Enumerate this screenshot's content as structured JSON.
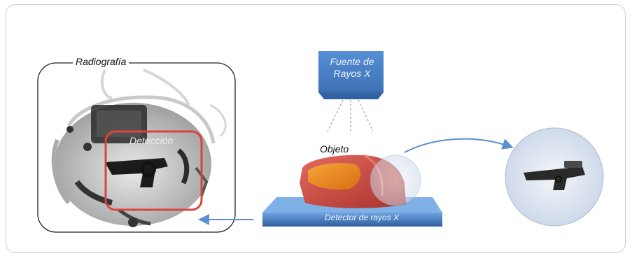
{
  "labels": {
    "radiografia": "Radiografía",
    "deteccion": "Detección",
    "objeto": "Objeto",
    "fuente_line1": "Fuente de",
    "fuente_line2": "Rayos X",
    "detector": "Detector de rayos X"
  },
  "colors": {
    "frame_border": "#cfcfbf",
    "detection_box": "#d9453a",
    "source_blue": "#3e78c0",
    "detector_blue": "#3d74c4",
    "arrow_blue": "#5b8fcf",
    "bag_red": "#c8413c",
    "object_orange": "#e8851e",
    "lens_fill": "#dbe4f2"
  },
  "icons": {
    "xray_image": "xray-bag-image",
    "gun": "handgun-icon"
  }
}
